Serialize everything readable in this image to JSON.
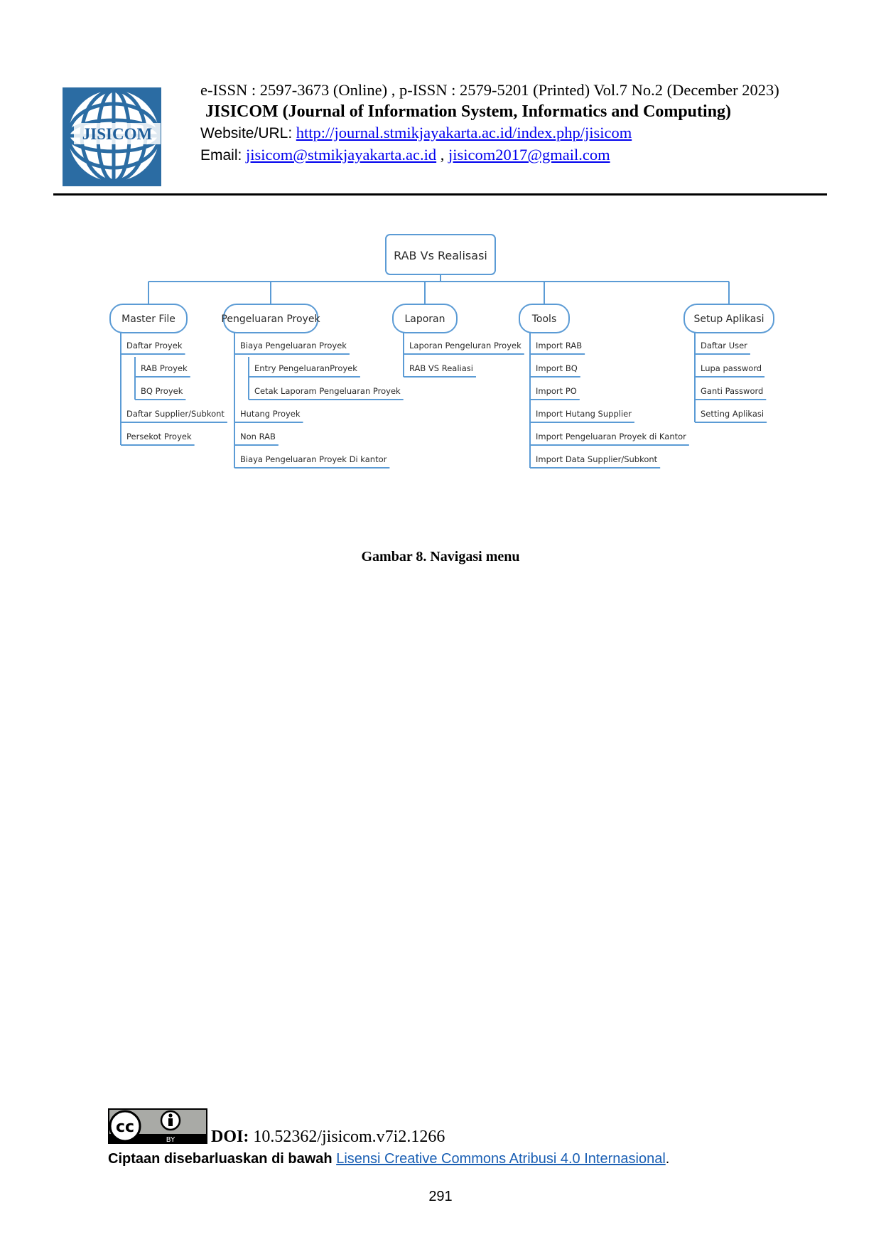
{
  "header": {
    "issn_line": "e-ISSN : 2597-3673 (Online) , p-ISSN : 2579-5201 (Printed) Vol.7 No.2  (December 2023)",
    "journal_title": "JISICOM (Journal of Information System, Informatics and Computing)",
    "website_label": "Website/URL:",
    "website_url": "http://journal.stmikjayakarta.ac.id/index.php/jisicom",
    "email_label": "Email:",
    "email_1": "jisicom@stmikjayakarta.ac.id",
    "email_sep": " , ",
    "email_2": "jisicom2017@gmail.com",
    "logo_text": "JISICOM"
  },
  "diagram": {
    "root": "RAB Vs Realisasi",
    "categories": [
      {
        "label": "Master File",
        "items": [
          {
            "label": "Daftar Proyek",
            "children": [
              "RAB Proyek",
              "BQ Proyek"
            ]
          },
          {
            "label": "Daftar Supplier/Subkont"
          },
          {
            "label": "Persekot Proyek"
          }
        ]
      },
      {
        "label": "Pengeluaran Proyek",
        "items": [
          {
            "label": "Biaya  Pengeluaran  Proyek",
            "children": [
              "Entry PengeluaranProyek",
              "Cetak Laporam Pengeluaran Proyek"
            ]
          },
          {
            "label": "Hutang Proyek"
          },
          {
            "label": "Non RAB"
          },
          {
            "label": "Biaya Pengeluaran Proyek  Di kantor"
          }
        ]
      },
      {
        "label": "Laporan",
        "items": [
          {
            "label": "Laporan  Pengeluran Proyek"
          },
          {
            "label": "RAB VS Realiasi"
          }
        ]
      },
      {
        "label": "Tools",
        "items": [
          {
            "label": "Import RAB"
          },
          {
            "label": "Import BQ"
          },
          {
            "label": "Import PO"
          },
          {
            "label": "Import Hutang Supplier"
          },
          {
            "label": "Import Pengeluaran Proyek  di Kantor"
          },
          {
            "label": "Import Data Supplier/Subkont"
          }
        ]
      },
      {
        "label": "Setup Aplikasi",
        "items": [
          {
            "label": "Daftar User"
          },
          {
            "label": "Lupa password"
          },
          {
            "label": "Ganti Password"
          },
          {
            "label": "Setting Aplikasi"
          }
        ]
      }
    ],
    "caption": "Gambar  8. Navigasi menu"
  },
  "footer": {
    "cc_text": "cc",
    "by_text": "BY",
    "doi_label": "DOI:",
    "doi_value": " 10.52362/jisicom.v7i2.1266",
    "license_prefix": "Ciptaan disebarluaskan di bawah ",
    "license_link": "Lisensi Creative Commons Atribusi 4.0 Internasional",
    "license_suffix": ".",
    "page_number": "291"
  },
  "colors": {
    "node_border": "#5b9bd5",
    "link": "#0000ee"
  }
}
